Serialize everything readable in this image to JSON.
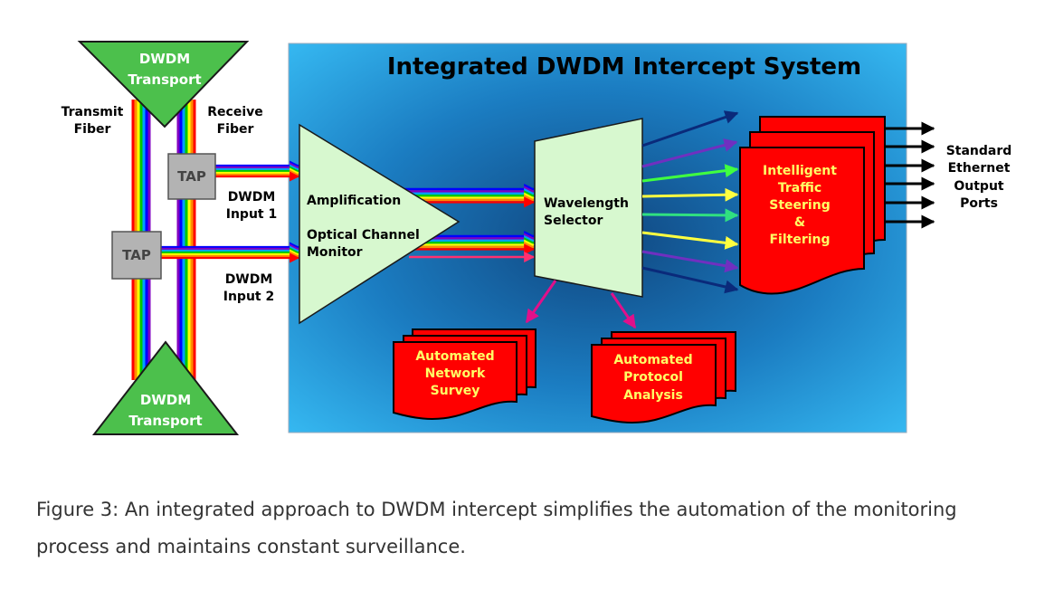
{
  "title": "Integrated DWDM Intercept System",
  "transport_top": [
    "DWDM",
    "Transport"
  ],
  "transport_bottom": [
    "DWDM",
    "Transport"
  ],
  "transmit_fiber": [
    "Transmit",
    "Fiber"
  ],
  "receive_fiber": [
    "Receive",
    "Fiber"
  ],
  "tap_label": "TAP",
  "input1": [
    "DWDM",
    "Input 1"
  ],
  "input2": [
    "DWDM",
    "Input 2"
  ],
  "amplification": "Amplification",
  "ocm": [
    "Optical Channel",
    "Monitor"
  ],
  "wavelength_selector": [
    "Wavelength",
    "Selector"
  ],
  "steering": [
    "Intelligent",
    "Traffic",
    "Steering",
    "&",
    "Filtering"
  ],
  "ethernet": [
    "Standard",
    "Ethernet",
    "Output",
    "Ports"
  ],
  "survey": [
    "Automated",
    "Network",
    "Survey"
  ],
  "protocol": [
    "Automated",
    "Protocol",
    "Analysis"
  ],
  "caption": "Figure 3: An integrated approach to DWDM intercept simplifies the automation of the monitoring process and maintains constant surveillance.",
  "colors": {
    "panel": "#2fb4ee",
    "green": "#4cc04c",
    "light_green": "#d7f8cf",
    "red": "#ff0000",
    "tap": "#b3b3b3"
  }
}
